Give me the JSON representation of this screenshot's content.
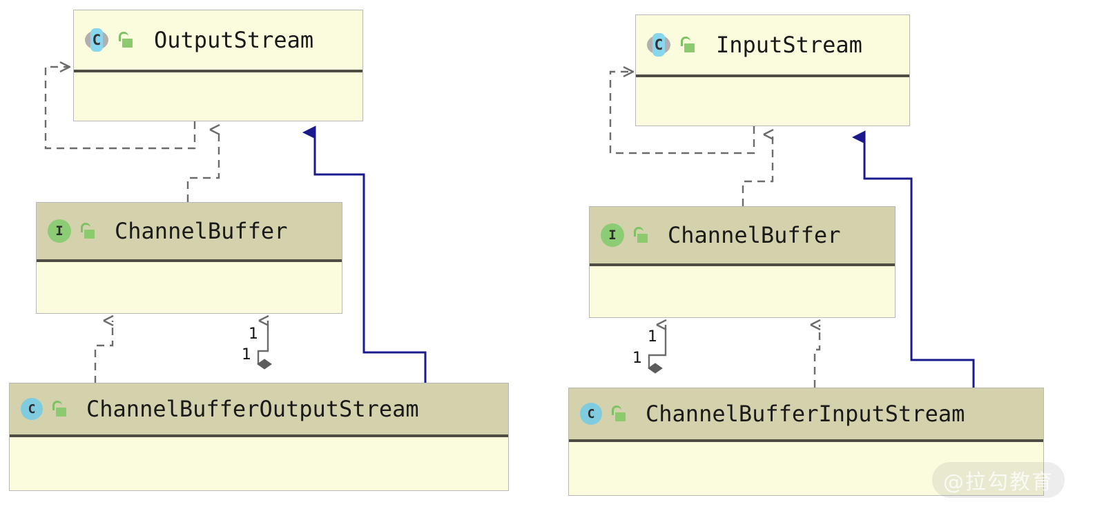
{
  "diagram": {
    "type": "uml-class-diagram",
    "watermark": "@拉勾教育",
    "groups": [
      {
        "id": "output-side",
        "classes": [
          {
            "id": "outputstream",
            "name": "OutputStream",
            "stereotype": "abstract-class",
            "icon": "abstract-class-icon",
            "icon_letter": "C",
            "visibility_icon": "unlocked-padlock-icon",
            "header_style": "cream"
          },
          {
            "id": "channelbuffer-left",
            "name": "ChannelBuffer",
            "stereotype": "interface",
            "icon": "interface-icon",
            "icon_letter": "I",
            "visibility_icon": "unlocked-padlock-icon",
            "header_style": "olive"
          },
          {
            "id": "channelbufferoutputstream",
            "name": "ChannelBufferOutputStream",
            "stereotype": "class",
            "icon": "class-icon",
            "icon_letter": "C",
            "visibility_icon": "unlocked-padlock-icon",
            "header_style": "olive"
          }
        ],
        "relations": [
          {
            "kind": "dependency",
            "from": "outputstream",
            "to": "outputstream",
            "style": "dashed",
            "arrow": "open-v",
            "color": "#6b6b6b"
          },
          {
            "kind": "realization",
            "from": "channelbuffer-left",
            "to": "outputstream",
            "style": "dashed",
            "arrow": "hollow-triangle",
            "color": "#6b6b6b"
          },
          {
            "kind": "generalization",
            "from": "channelbufferoutputstream",
            "to": "outputstream",
            "style": "solid",
            "arrow": "filled-triangle",
            "color": "#1a1a8c"
          },
          {
            "kind": "realization",
            "from": "channelbufferoutputstream",
            "to": "channelbuffer-left",
            "style": "dashed",
            "arrow": "hollow-triangle",
            "color": "#6b6b6b"
          },
          {
            "kind": "aggregation",
            "from": "channelbufferoutputstream",
            "to": "channelbuffer-left",
            "style": "solid",
            "arrow": "filled-diamond",
            "color": "#6b6b6b",
            "source_multiplicity": "1",
            "target_multiplicity": "1"
          }
        ]
      },
      {
        "id": "input-side",
        "classes": [
          {
            "id": "inputstream",
            "name": "InputStream",
            "stereotype": "abstract-class",
            "icon": "abstract-class-icon",
            "icon_letter": "C",
            "visibility_icon": "unlocked-padlock-icon",
            "header_style": "cream"
          },
          {
            "id": "channelbuffer-right",
            "name": "ChannelBuffer",
            "stereotype": "interface",
            "icon": "interface-icon",
            "icon_letter": "I",
            "visibility_icon": "unlocked-padlock-icon",
            "header_style": "olive"
          },
          {
            "id": "channelbufferinputstream",
            "name": "ChannelBufferInputStream",
            "stereotype": "class",
            "icon": "class-icon",
            "icon_letter": "C",
            "visibility_icon": "unlocked-padlock-icon",
            "header_style": "olive"
          }
        ],
        "relations": [
          {
            "kind": "dependency",
            "from": "inputstream",
            "to": "inputstream",
            "style": "dashed",
            "arrow": "open-v",
            "color": "#6b6b6b"
          },
          {
            "kind": "realization",
            "from": "channelbuffer-right",
            "to": "inputstream",
            "style": "dashed",
            "arrow": "hollow-triangle",
            "color": "#6b6b6b"
          },
          {
            "kind": "generalization",
            "from": "channelbufferinputstream",
            "to": "inputstream",
            "style": "solid",
            "arrow": "filled-triangle",
            "color": "#1a1a8c"
          },
          {
            "kind": "realization",
            "from": "channelbufferinputstream",
            "to": "channelbuffer-right",
            "style": "dashed",
            "arrow": "hollow-triangle",
            "color": "#6b6b6b"
          },
          {
            "kind": "aggregation",
            "from": "channelbufferinputstream",
            "to": "channelbuffer-right",
            "style": "solid",
            "arrow": "filled-diamond",
            "color": "#6b6b6b",
            "source_multiplicity": "1",
            "target_multiplicity": "1"
          }
        ]
      }
    ],
    "multiplicity_labels": {
      "left_aggregation_near": "1",
      "left_aggregation_far": "1",
      "right_aggregation_near": "1",
      "right_aggregation_far": "1"
    },
    "colors": {
      "box_body": "#fbfbdd",
      "box_header_olive": "#d3d2ac",
      "box_border": "#b8b8b8",
      "header_rule": "#4d4d43",
      "relation_gray": "#6b6b6b",
      "relation_blue": "#1a1a8c",
      "icon_blue": "#7fcbdf",
      "icon_green": "#8ccc74",
      "lock_green": "#8cc96f"
    }
  }
}
